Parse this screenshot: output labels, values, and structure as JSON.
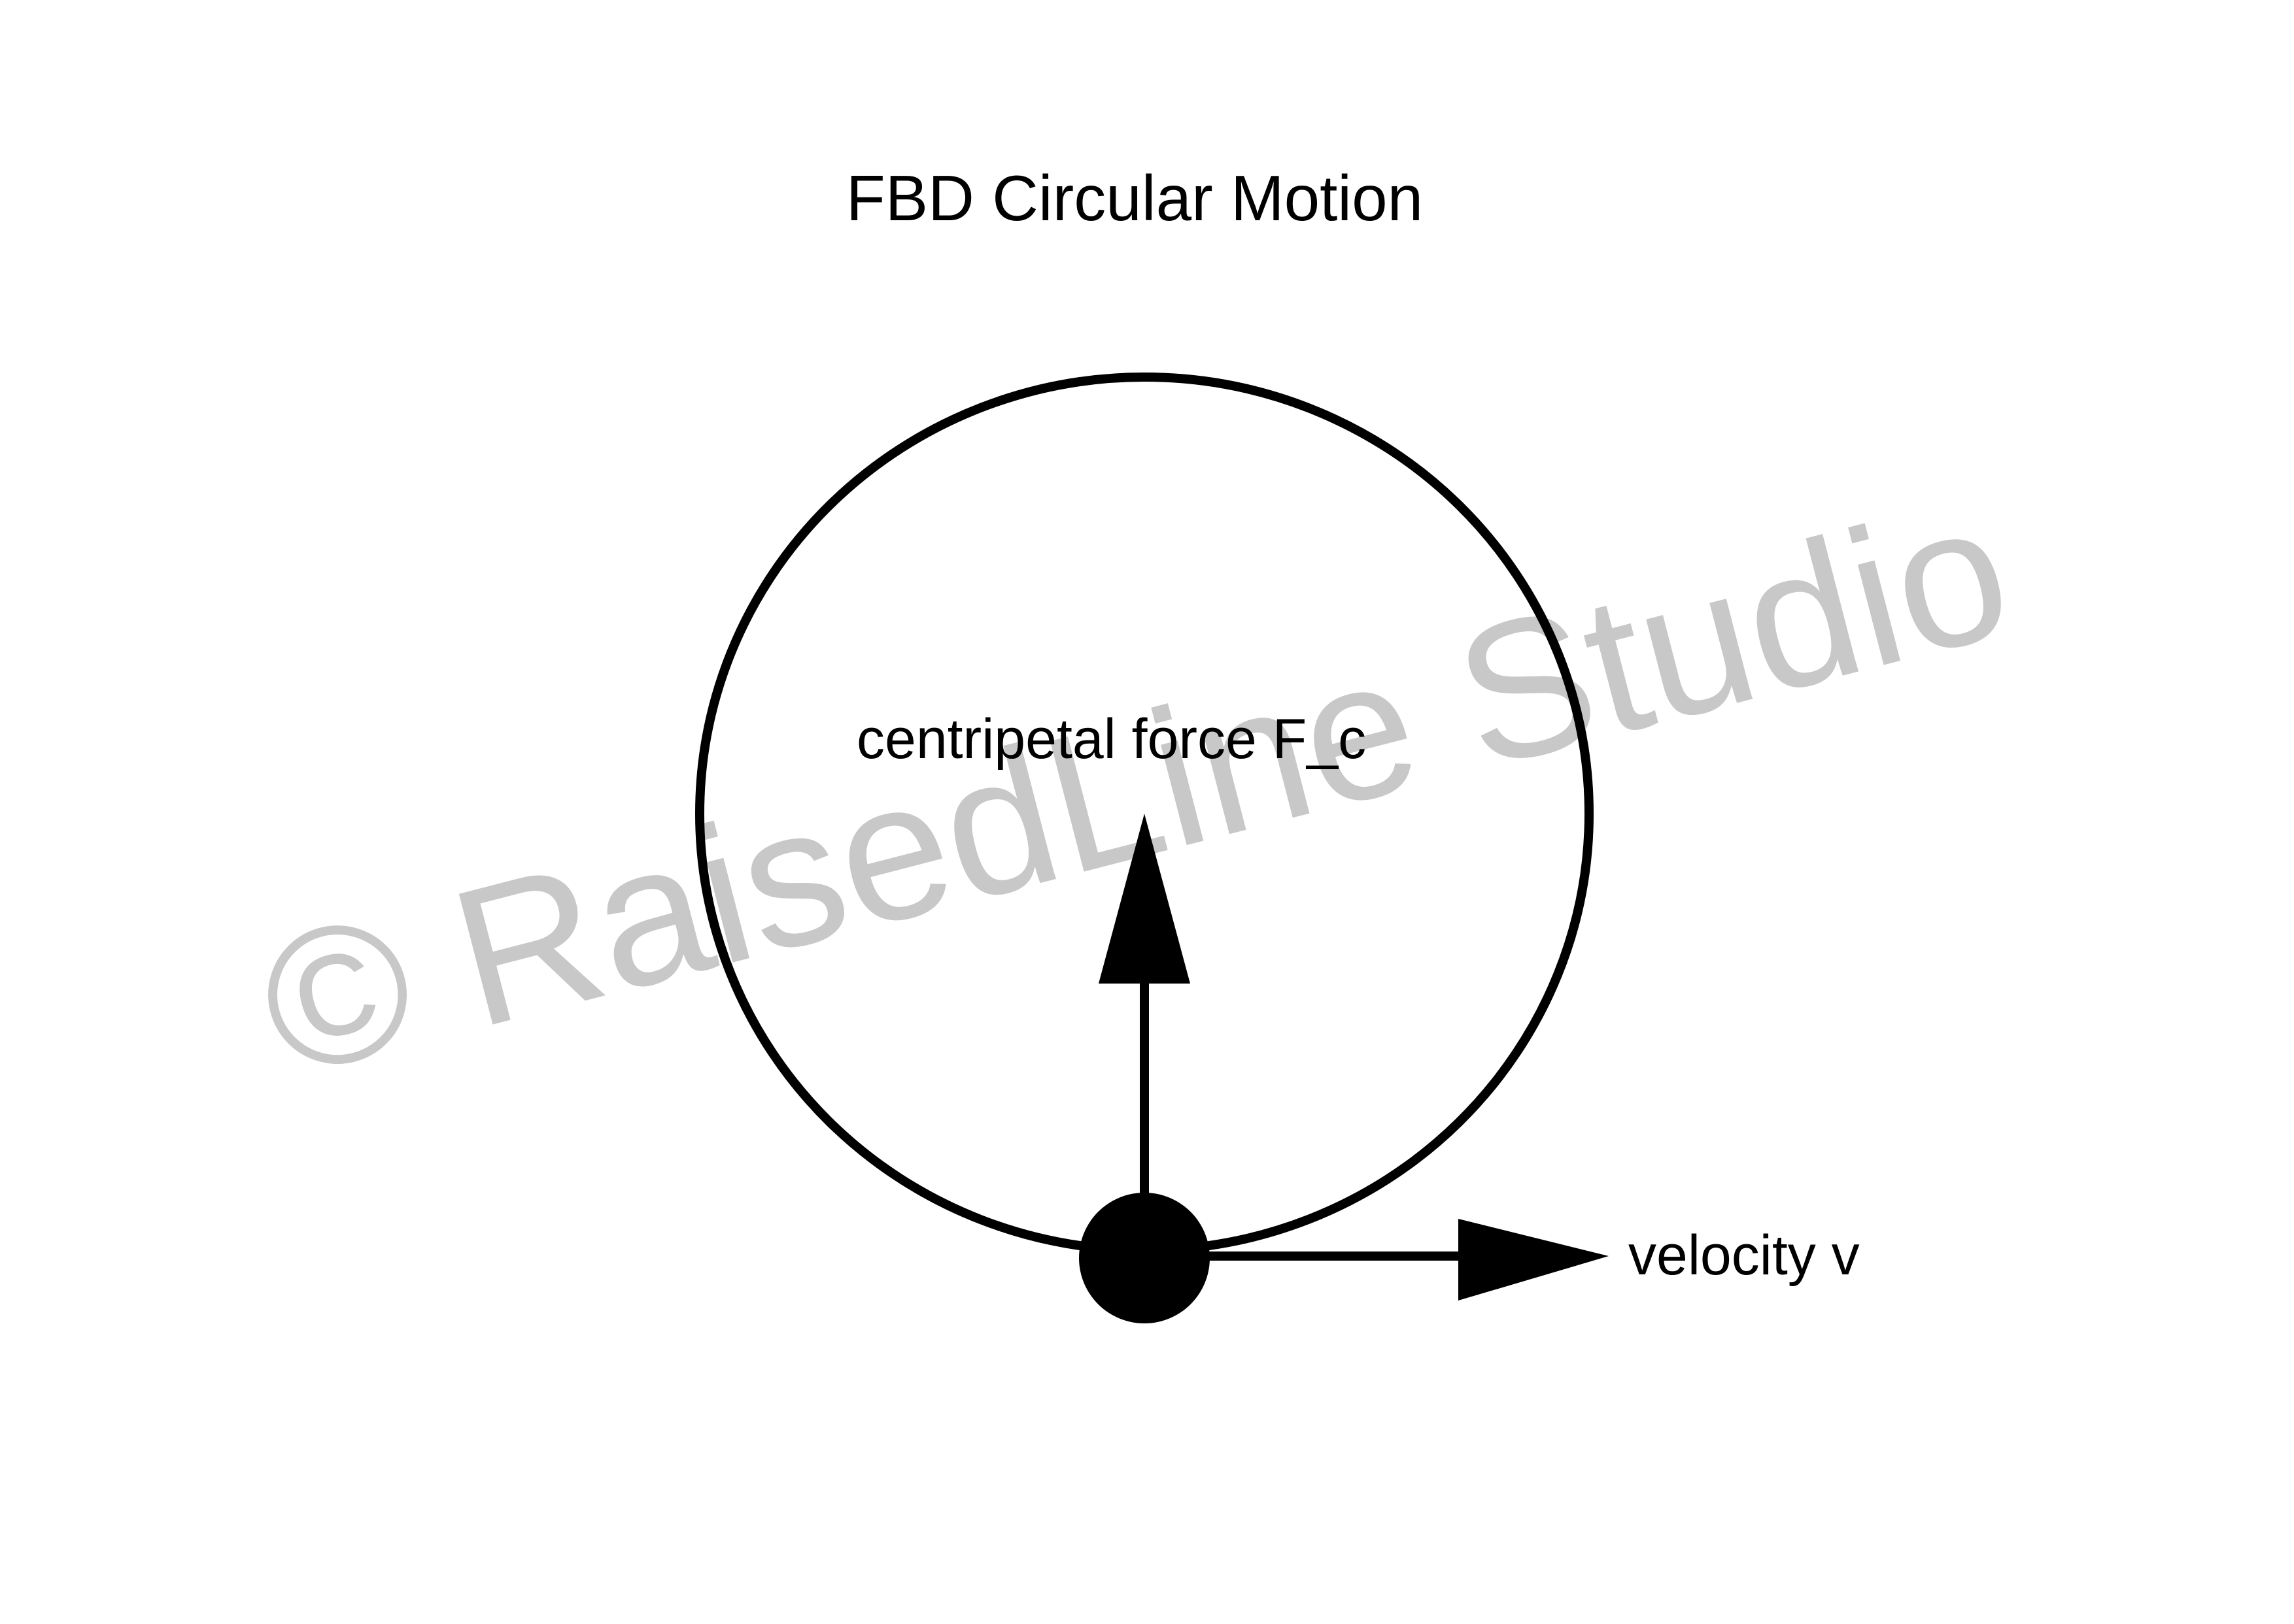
{
  "diagram": {
    "title": "FBD Circular Motion",
    "centripetal_label": "centripetal force F_c",
    "velocity_label": "velocity v",
    "watermark": "© RaisedLine Studio"
  },
  "colors": {
    "background": "#ffffff",
    "ink": "#000000",
    "watermark": "#c8c8c8"
  }
}
